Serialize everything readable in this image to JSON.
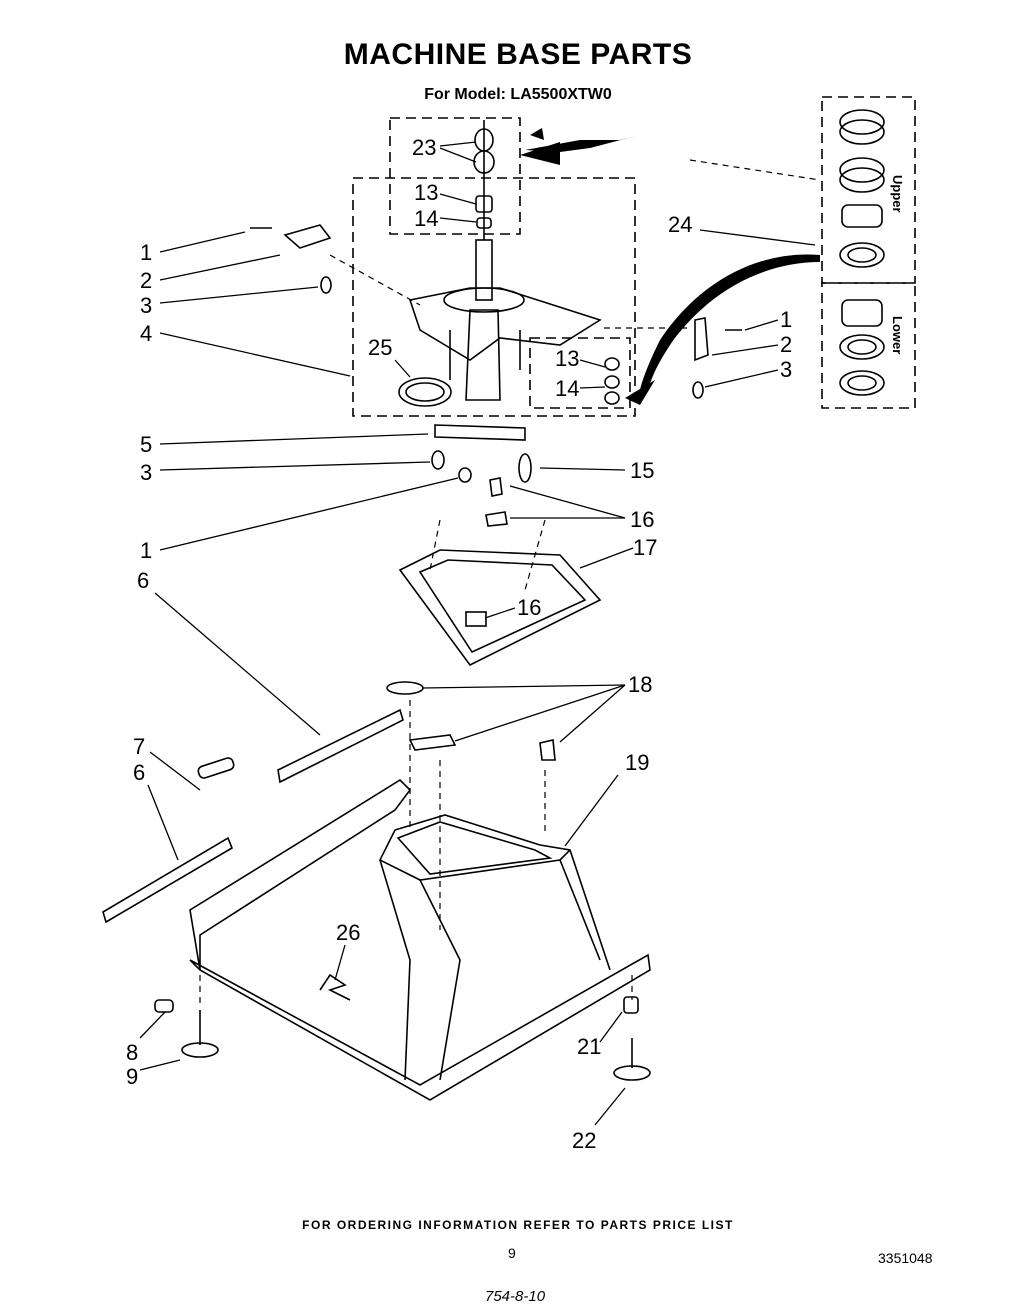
{
  "title": "MACHINE BASE PARTS",
  "subtitle": "For Model: LA5500XTW0",
  "footer_note": "FOR ORDERING INFORMATION REFER TO PARTS PRICE LIST",
  "page_number": "9",
  "doc_number": "3351048",
  "handwritten_note": "754-8-10",
  "inset_labels": {
    "upper": "Upper",
    "lower": "Lower"
  },
  "callouts": [
    "1",
    "2",
    "3",
    "4",
    "5",
    "3",
    "1",
    "6",
    "7",
    "6",
    "8",
    "9",
    "23",
    "13",
    "14",
    "25",
    "24",
    "1",
    "2",
    "3",
    "13",
    "14",
    "15",
    "16",
    "17",
    "16",
    "18",
    "19",
    "26",
    "21",
    "22"
  ]
}
